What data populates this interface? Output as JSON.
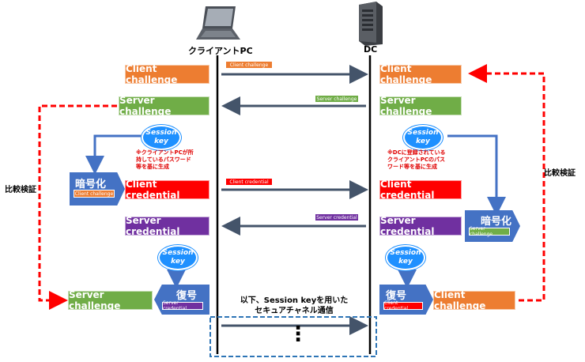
{
  "header": {
    "client_label": "クライアントPC",
    "dc_label": "DC"
  },
  "messages": {
    "client_challenge_tag": "Client challenge",
    "server_challenge_tag": "Server challenge",
    "client_credential_tag": "Client credential",
    "server_credential_tag": "Server credential"
  },
  "left": {
    "client_challenge": "Client challenge",
    "server_challenge": "Server challenge",
    "session_key": [
      "Session",
      "key"
    ],
    "note": [
      "※クライアントPCが所",
      "持しているパスワード",
      "等を基に生成"
    ],
    "encrypt_title": "暗号化",
    "encrypt_tag": "Client challenge",
    "client_credential": "Client credential",
    "server_credential": "Server credential",
    "session_key2": [
      "Session",
      "key"
    ],
    "decrypt_title": "復号",
    "decrypt_tag": "Server credential",
    "server_challenge2": "Server challenge",
    "verify": "比較検証"
  },
  "right": {
    "client_challenge": "Client challenge",
    "server_challenge": "Server challenge",
    "session_key": [
      "Session",
      "key"
    ],
    "note": [
      "※DCに登録されている",
      "クライアントPCのパス",
      "ワード等を基に生成"
    ],
    "client_credential": "Client credential",
    "server_credential": "Server credential",
    "encrypt_title": "暗号化",
    "encrypt_tag": "Server challenge",
    "session_key2": [
      "Session",
      "key"
    ],
    "decrypt_title": "復号",
    "decrypt_tag": "Client credential",
    "client_challenge2": "Client challenge",
    "verify": "比較検証"
  },
  "bottom": {
    "line1": "以下、Session keyを用いた",
    "line2": "セキュアチャネル通信",
    "ellipsis": "⋮"
  },
  "colors": {
    "orange": "#ed7d31",
    "green": "#70ad47",
    "red": "#ff0000",
    "purple": "#7030a0",
    "blue": "#4472c4",
    "arrow": "#44546a"
  }
}
